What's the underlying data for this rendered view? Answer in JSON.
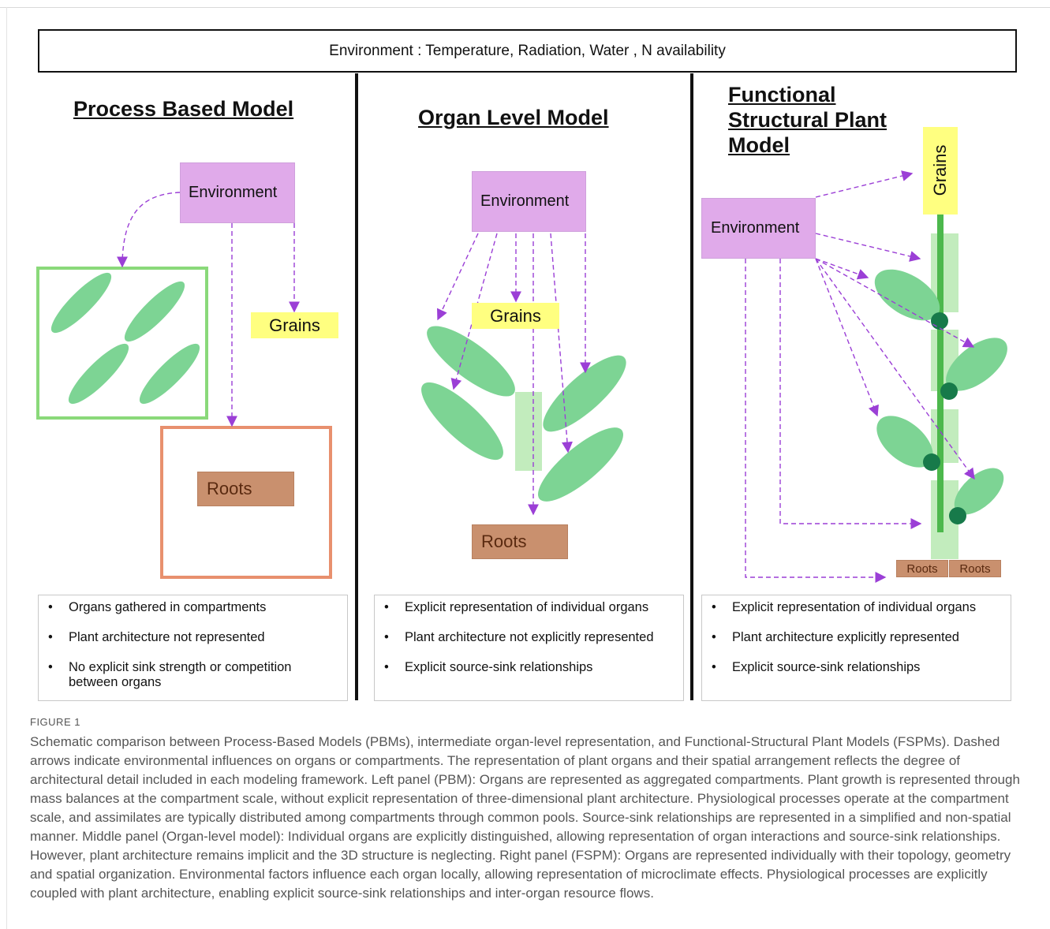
{
  "environment_header": "Environment : Temperature, Radiation, Water , N availability",
  "panels": {
    "pbm": {
      "title": "Process Based Model",
      "environment_label": "Environment",
      "grains_label": "Grains",
      "roots_label": "Roots",
      "bullets": [
        "Organs gathered in compartments",
        "Plant architecture not represented",
        "No explicit sink strength or competition between organs"
      ]
    },
    "organ": {
      "title": "Organ Level Model",
      "environment_label": "Environment",
      "grains_label": "Grains",
      "roots_label": "Roots",
      "bullets": [
        "Explicit representation of individual organs",
        "Plant architecture not explicitly represented",
        "Explicit source-sink relationships"
      ]
    },
    "fspm": {
      "title_lines": [
        "Functional",
        "Structural Plant",
        "Model"
      ],
      "environment_label": "Environment",
      "grains_label": "Grains",
      "roots_labels": [
        "Roots",
        "Roots"
      ],
      "bullets": [
        "Explicit representation of individual organs",
        "Plant architecture explicitly represented",
        "Explicit source-sink relationships"
      ]
    }
  },
  "colors": {
    "environment": "#e0aaea",
    "grains": "#ffff80",
    "roots": "#c9906e",
    "leaf": "#7dd494",
    "stem": "#4cb84c",
    "node": "#177a4a",
    "arrow": "#9b3fd6",
    "compartment_green": "#8ad97a",
    "compartment_orange": "#e8906e"
  },
  "figure_label": "FIGURE 1",
  "caption": "Schematic comparison between Process-Based Models (PBMs), intermediate organ-level representation, and Functional-Structural Plant Models (FSPMs). Dashed arrows indicate environmental influences on organs or compartments. The representation of plant organs and their spatial arrangement reflects the degree of architectural detail included in each modeling framework. Left panel (PBM): Organs are represented as aggregated compartments. Plant growth is represented through mass balances at the compartment scale, without explicit representation of three-dimensional plant architecture. Physiological processes operate at the compartment scale, and assimilates are typically distributed among compartments through common pools. Source-sink relationships are represented in a simplified and non-spatial manner. Middle panel (Organ-level model): Individual organs are explicitly distinguished, allowing representation of organ interactions and source-sink relationships. However, plant architecture remains implicit and the 3D structure is neglecting. Right panel (FSPM): Organs are represented individually with their topology, geometry and spatial organization. Environmental factors influence each organ locally, allowing representation of microclimate effects. Physiological processes are explicitly coupled with plant architecture, enabling explicit source-sink relationships and inter-organ resource flows."
}
